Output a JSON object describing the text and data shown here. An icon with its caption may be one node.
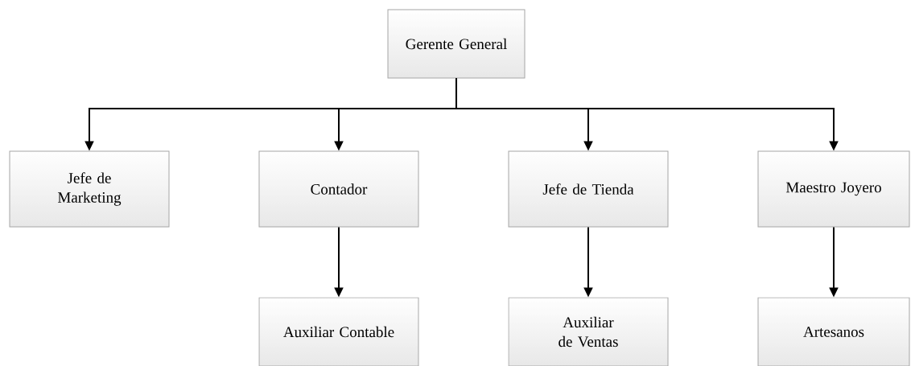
{
  "diagram": {
    "nodes": [
      {
        "text": [
          "Gerente General"
        ]
      },
      {
        "text": [
          "Jefe de Marketing"
        ]
      },
      {
        "text": [
          "Contador"
        ]
      },
      {
        "text": [
          "Jefe de Tienda"
        ]
      },
      {
        "text": [
          "Maestro Joyero"
        ]
      },
      {
        "text": [
          "Auxiliar Contable"
        ]
      },
      {
        "text": [
          "Auxiliar de Ventas"
        ]
      },
      {
        "text": [
          "Artesanos"
        ]
      }
    ],
    "edges": [
      {
        "from": 0,
        "to": 1,
        "arrow": "to"
      },
      {
        "from": 0,
        "to": 2,
        "arrow": "to"
      },
      {
        "from": 0,
        "to": 3,
        "arrow": "to"
      },
      {
        "from": 0,
        "to": 4,
        "arrow": "to"
      },
      {
        "from": 2,
        "to": 5,
        "arrow": "to"
      },
      {
        "from": 3,
        "to": 6,
        "arrow": "to"
      },
      {
        "from": 4,
        "to": 7,
        "arrow": "to"
      }
    ]
  }
}
